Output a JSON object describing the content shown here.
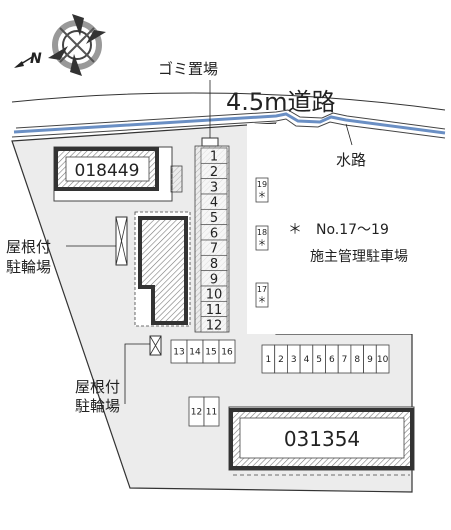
{
  "compass": {
    "north_label": "N"
  },
  "labels": {
    "garbage": "ゴミ置場",
    "road": "4.5m道路",
    "waterway": "水路",
    "roofed_bike_1_line1": "屋根付",
    "roofed_bike_1_line2": "駐輪場",
    "roofed_bike_2_line1": "屋根付",
    "roofed_bike_2_line2": "駐輪場",
    "owner_parking_line1": "＊　No.17～19",
    "owner_parking_line2": "施主管理駐車場"
  },
  "buildings": [
    {
      "id": "018449"
    },
    {
      "id": "031354"
    }
  ],
  "parking": {
    "column_left": [
      "1",
      "2",
      "3",
      "4",
      "5",
      "6",
      "7",
      "8",
      "9",
      "10",
      "11",
      "12"
    ],
    "group_13_16": [
      "13",
      "14",
      "15",
      "16"
    ],
    "group_1_10": [
      "1",
      "2",
      "3",
      "4",
      "5",
      "6",
      "7",
      "8",
      "9",
      "10"
    ],
    "group_12_11": [
      "12",
      "11"
    ],
    "owner_managed": [
      {
        "num": "19",
        "mark": "＊"
      },
      {
        "num": "18",
        "mark": "＊"
      },
      {
        "num": "17",
        "mark": "＊"
      }
    ]
  }
}
